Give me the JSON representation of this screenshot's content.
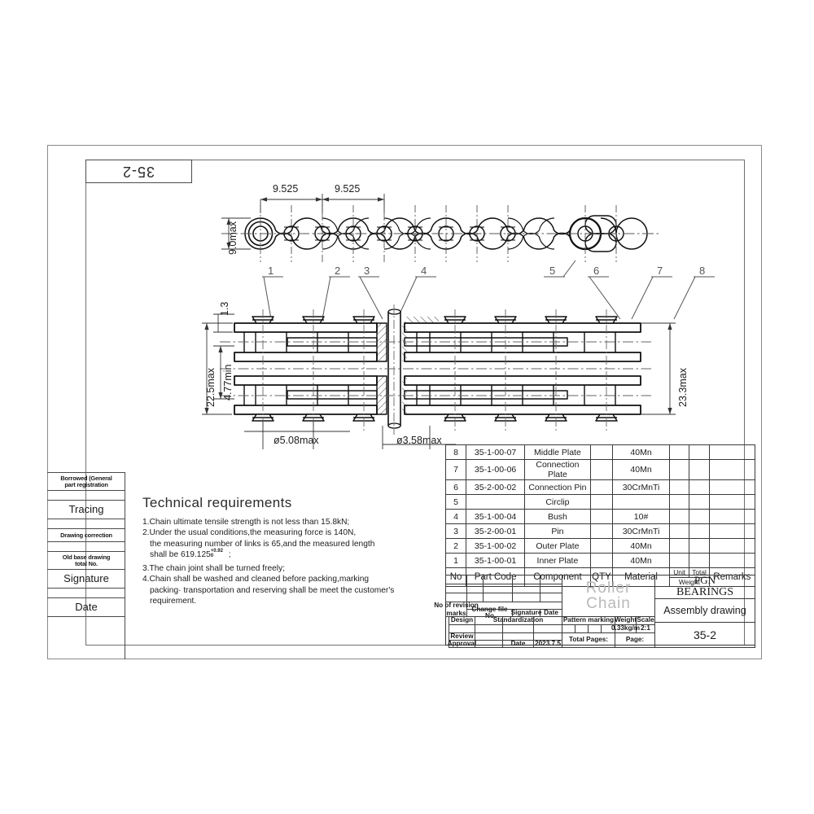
{
  "drawing": {
    "code_tag": "35-2",
    "title_product": "Roller Chain",
    "brand_line1": "PGN",
    "brand_line2": "BEARINGS",
    "sheet_type": "Assembly drawing",
    "sheet_code": "35-2"
  },
  "side_view": {
    "pitch_1": "9.525",
    "pitch_2": "9.525",
    "roller_height": "9.0max"
  },
  "front_view": {
    "plate_thickness": "1.3",
    "overall_width_max": "22.5max",
    "inner_width_min": "4.77min",
    "right_width_max": "23.3max",
    "roller_dia": "ø5.08max",
    "pin_dia": "ø3.58max"
  },
  "callouts": [
    "1",
    "2",
    "3",
    "4",
    "5",
    "6",
    "7",
    "8"
  ],
  "left_strip": [
    {
      "label": "Borrowed (General",
      "label2": "part registration",
      "style": "small"
    },
    {
      "label": "",
      "style": "blank"
    },
    {
      "label": "Tracing",
      "style": "big"
    },
    {
      "label": "",
      "style": "blank"
    },
    {
      "label": "Drawing correction",
      "style": "small"
    },
    {
      "label": "",
      "style": "blank"
    },
    {
      "label": "Old base drawing",
      "label2": "total No.",
      "style": "small"
    },
    {
      "label": "Signature",
      "style": "big"
    },
    {
      "label": "",
      "style": "blank"
    },
    {
      "label": "Date",
      "style": "big"
    },
    {
      "label": "",
      "style": "blank"
    }
  ],
  "technical_requirements": {
    "heading": "Technical requirements",
    "line1": "1.Chain ultimate tensile strength is not less than 15.8kN;",
    "line2": "2.Under the usual conditions,the measuring force is 140N,",
    "line3": "the measuring number of links is 65,and the measured length",
    "line4_pre": "shall be 619.125",
    "line4_tol_upper": "+0.92",
    "line4_tol_lower": "0",
    "line4_post": ";",
    "line5": "3.The chain joint shall be turned freely;",
    "line6": "4.Chain shall be washed and cleaned before packing,marking",
    "line7": "packing· transportation and reserving shall be meet the customer's",
    "line8": "requirement."
  },
  "bom": {
    "headers": [
      "No",
      "Part Code",
      "Component",
      "QTY",
      "Material",
      "Unit",
      "Total",
      "Remarks"
    ],
    "header_weight_label": "Weight",
    "rows": [
      {
        "no": "8",
        "code": "35-1-00-07",
        "component": "Middle Plate",
        "qty": "",
        "material": "40Mn",
        "unit_weight": "",
        "total_weight": "",
        "remarks": ""
      },
      {
        "no": "7",
        "code": "35-1-00-06",
        "component": "Connection Plate",
        "qty": "",
        "material": "40Mn",
        "unit_weight": "",
        "total_weight": "",
        "remarks": ""
      },
      {
        "no": "6",
        "code": "35-2-00-02",
        "component": "Connection Pin",
        "qty": "",
        "material": "30CrMnTi",
        "unit_weight": "",
        "total_weight": "",
        "remarks": ""
      },
      {
        "no": "5",
        "code": "",
        "component": "Circlip",
        "qty": "",
        "material": "",
        "unit_weight": "",
        "total_weight": "",
        "remarks": ""
      },
      {
        "no": "4",
        "code": "35-1-00-04",
        "component": "Bush",
        "qty": "",
        "material": "10#",
        "unit_weight": "",
        "total_weight": "",
        "remarks": ""
      },
      {
        "no": "3",
        "code": "35-2-00-01",
        "component": "Pin",
        "qty": "",
        "material": "30CrMnTi",
        "unit_weight": "",
        "total_weight": "",
        "remarks": ""
      },
      {
        "no": "2",
        "code": "35-1-00-02",
        "component": "Outer Plate",
        "qty": "",
        "material": "40Mn",
        "unit_weight": "",
        "total_weight": "",
        "remarks": ""
      },
      {
        "no": "1",
        "code": "35-1-00-01",
        "component": "Inner Plate",
        "qty": "",
        "material": "40Mn",
        "unit_weight": "",
        "total_weight": "",
        "remarks": ""
      }
    ]
  },
  "title_block": {
    "rev_marks_l1": "No of revision",
    "rev_marks_l2": "marks",
    "rev_change_file": "Change file No",
    "rev_signature": "Signature",
    "rev_date": "Date",
    "design": "Design",
    "standardization": "Standardization",
    "review": "Review",
    "approval": "Approval",
    "date_label": "Date",
    "date_value": "2023.7.5",
    "pattern_marking": "Pattern marking",
    "weight_label": "Weight",
    "scale_label": "Scale",
    "weight_value": "0.33kg/m",
    "scale_value": "2:1",
    "total_pages_label": "Total Pages:",
    "page_label": "Page:"
  }
}
